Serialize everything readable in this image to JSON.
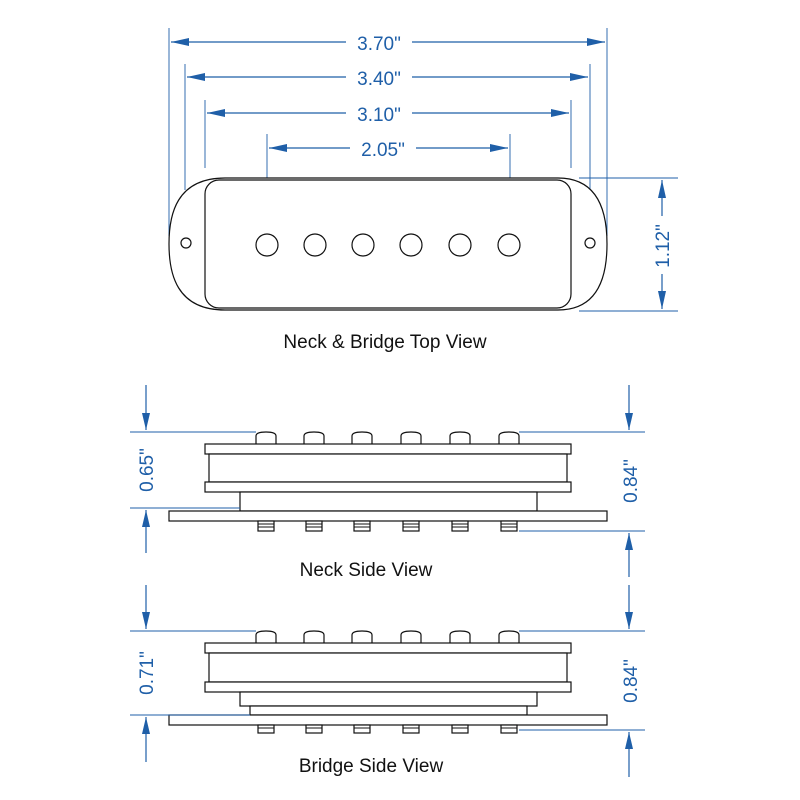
{
  "top_view": {
    "caption": "Neck & Bridge Top View",
    "dim_overall": "3.70\"",
    "dim_mount": "3.40\"",
    "dim_cover": "3.10\"",
    "dim_pole_span": "2.05\"",
    "dim_width": "1.12\""
  },
  "neck_side": {
    "caption": "Neck Side View",
    "dim_left": "0.65\"",
    "dim_right": "0.84\""
  },
  "bridge_side": {
    "caption": "Bridge Side View",
    "dim_left": "0.71\"",
    "dim_right": "0.84\""
  },
  "colors": {
    "dimension": "#1f5fa8",
    "outline": "#111111"
  }
}
